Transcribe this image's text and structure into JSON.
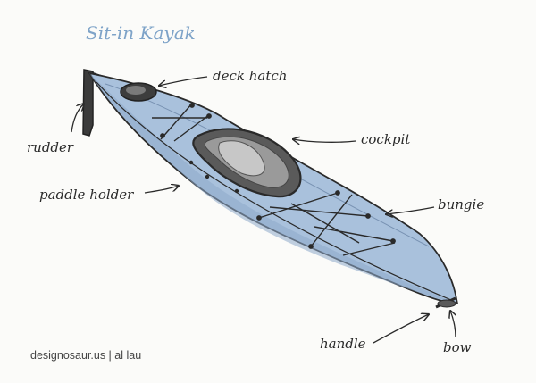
{
  "title": "Sit-in Kayak",
  "labels": {
    "deck_hatch": "deck hatch",
    "rudder": "rudder",
    "cockpit": "cockpit",
    "paddle_holder": "paddle holder",
    "bungie": "bungie",
    "handle": "handle",
    "bow": "bow"
  },
  "credit": "designosaur.us  |  al lau",
  "colors": {
    "hull": "#a9c1dc",
    "hull_shadow": "#8eaacb",
    "outline": "#2a2a2a",
    "seat": "#8c8c8c",
    "title": "#7ea3c8"
  }
}
